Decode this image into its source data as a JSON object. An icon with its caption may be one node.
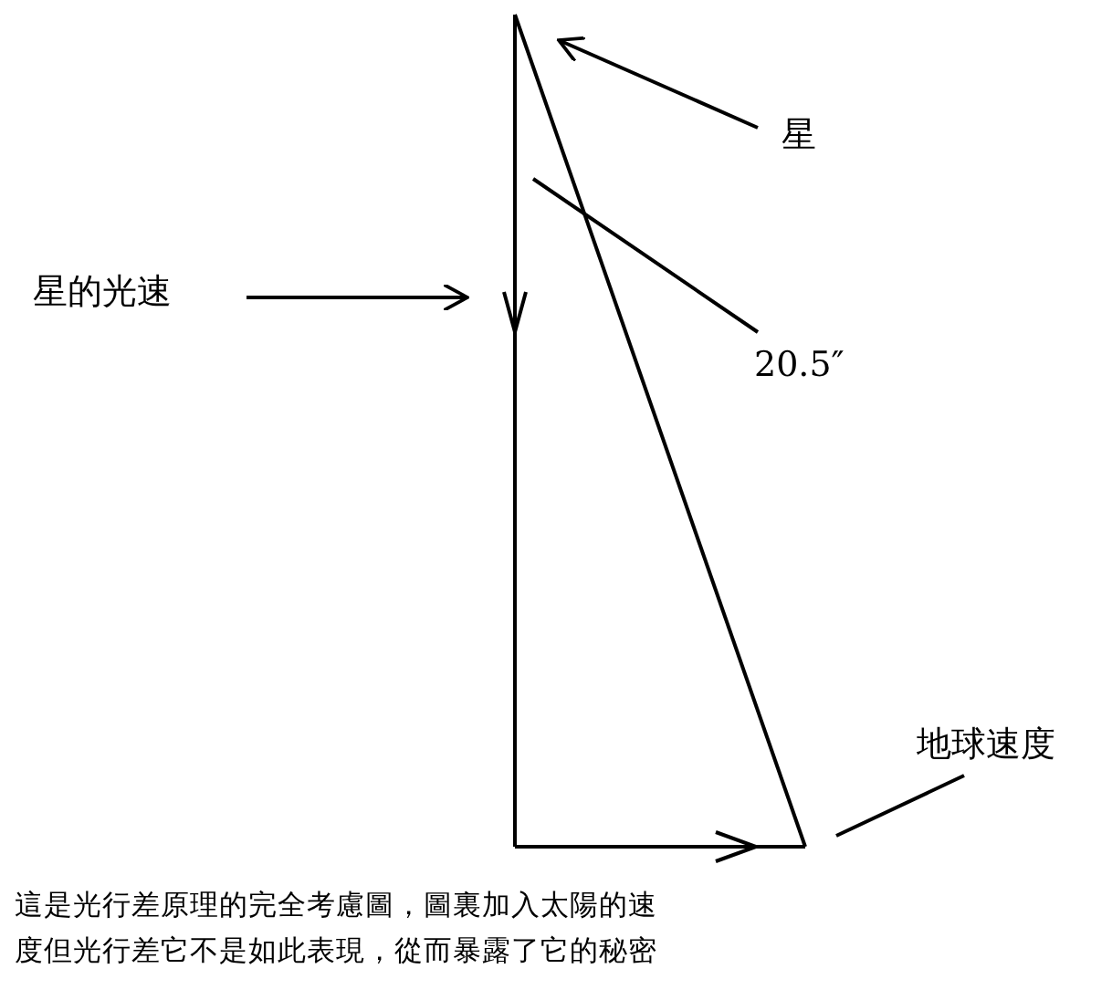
{
  "diagram": {
    "caption": "這是光行差原理的完全考慮圖，圖裏加入太陽的速度但光行差它不是如此表現，從而暴露了它的秘密",
    "nodes": [
      {
        "text": [
          "星"
        ]
      },
      {
        "text": [
          "20.5″"
        ]
      },
      {
        "text": [
          "星的光速"
        ]
      },
      {
        "text": [
          "地球速度"
        ]
      }
    ],
    "edges": [
      {
        "from": 0,
        "to": null,
        "arrow": "to"
      },
      {
        "from": 1,
        "to": null,
        "arrow": "none"
      },
      {
        "from": 2,
        "to": null,
        "arrow": "to"
      },
      {
        "from": 3,
        "to": null,
        "arrow": "none"
      }
    ]
  }
}
